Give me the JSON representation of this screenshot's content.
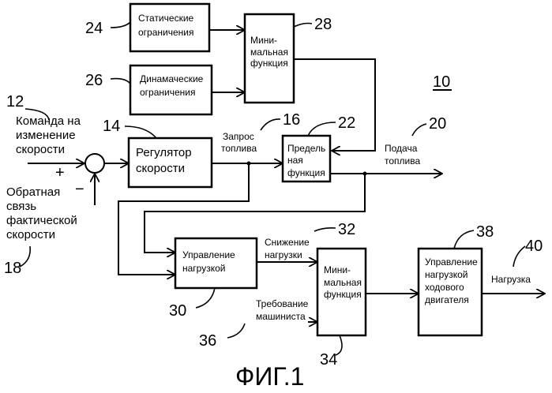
{
  "diagram": {
    "figure_number": "10",
    "caption": "ФИГ.1",
    "blocks": {
      "static_limits": {
        "ref": "24",
        "lines": [
          "Статические",
          "ограничения"
        ]
      },
      "dynamic_limits": {
        "ref": "26",
        "lines": [
          "Динамаческие",
          "ограничения"
        ]
      },
      "min_function_top": {
        "ref": "28",
        "lines": [
          "Мини-",
          "мальная",
          "функция"
        ]
      },
      "speed_regulator": {
        "ref": "14",
        "lines": [
          "Регулятор",
          "скорости"
        ]
      },
      "limit_function": {
        "ref": "22",
        "lines": [
          "Предель",
          "ная",
          "функция"
        ]
      },
      "load_control": {
        "ref": "30",
        "lines": [
          "Управление",
          "нагрузкой"
        ]
      },
      "min_function_bottom": {
        "ref": "34",
        "lines": [
          "Мини-",
          "мальная",
          "функция"
        ]
      },
      "traction_load_control": {
        "ref": "38",
        "lines": [
          "Управление",
          "нагрузкой",
          "ходового",
          "двигателя"
        ]
      }
    },
    "signals": {
      "speed_command": {
        "ref": "12",
        "lines": [
          "Команда на",
          "изменение",
          "скорости"
        ]
      },
      "speed_feedback": {
        "ref": "18",
        "lines": [
          "Обратная",
          "связь",
          "фактической",
          "скорости"
        ]
      },
      "fuel_request": {
        "ref": "16",
        "lines": [
          "Запрос",
          "топлива"
        ]
      },
      "fuel_supply": {
        "ref": "20",
        "lines": [
          "Подача",
          "топлива"
        ]
      },
      "load_reduction": {
        "ref": "32",
        "lines": [
          "Снижение",
          "нагрузки"
        ]
      },
      "driver_demand": {
        "ref": "36",
        "lines": [
          "Требование",
          "машиниста"
        ]
      },
      "load": {
        "ref": "40",
        "lines": [
          "Нагрузка"
        ]
      }
    },
    "sum_signs": {
      "plus": "+",
      "minus": "−"
    }
  }
}
